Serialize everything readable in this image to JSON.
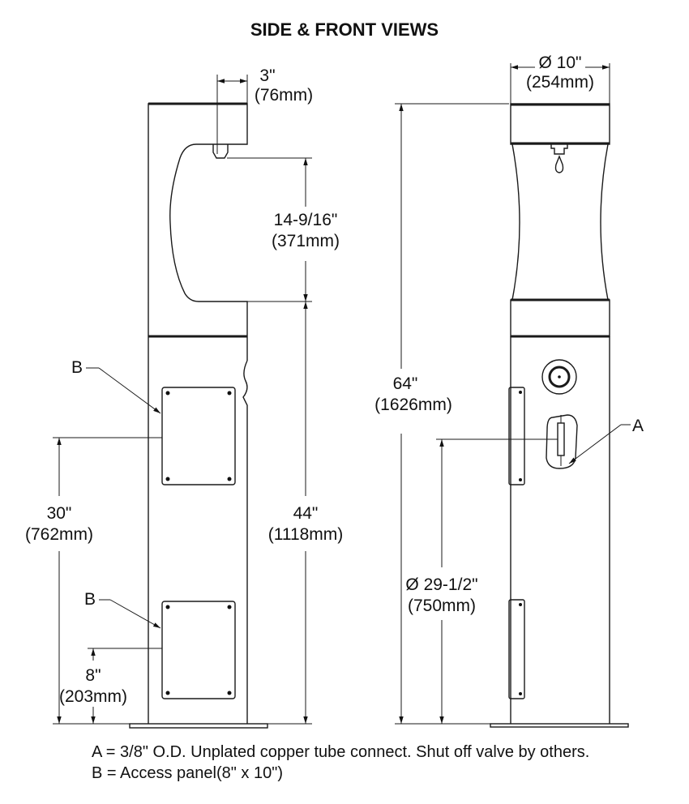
{
  "title": "SIDE & FRONT VIEWS",
  "side_view": {
    "nozzle_offset": {
      "imperial": "3\"",
      "metric": "(76mm)"
    },
    "fill_height": {
      "imperial": "14-9/16\"",
      "metric": "(371mm)"
    },
    "nozzle_height": {
      "imperial": "44\"",
      "metric": "(1118mm)"
    },
    "panel_top_height": {
      "imperial": "30\"",
      "metric": "(762mm)"
    },
    "panel_bottom_height": {
      "imperial": "8\"",
      "metric": "(203mm)"
    },
    "label_b_upper": "B",
    "label_b_lower": "B"
  },
  "front_view": {
    "diameter": {
      "imperial": "Ø 10\"",
      "metric": "(254mm)"
    },
    "overall_height": {
      "imperial": "64\"",
      "metric": "(1626mm)"
    },
    "supply_height": {
      "imperial": "Ø 29-1/2\"",
      "metric": "(750mm)"
    },
    "label_a": "A"
  },
  "notes": [
    "A = 3/8\" O.D. Unplated copper tube connect. Shut off valve by others.",
    "B = Access panel(8\" x 10\")"
  ]
}
